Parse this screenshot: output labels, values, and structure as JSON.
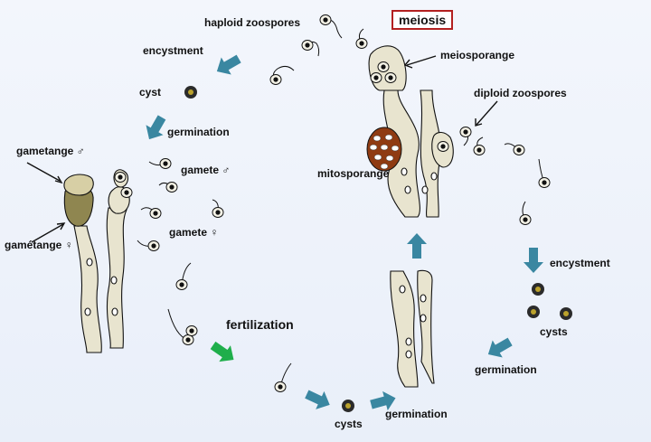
{
  "labels": {
    "haploid_zoospores": "haploid zoospores",
    "meiosis": "meiosis",
    "meiosporange": "meiosporange",
    "encystment_top": "encystment",
    "cyst": "cyst",
    "germination_top": "germination",
    "gametange_male": "gametange ♂",
    "gamete_male": "gamete ♂",
    "gametange_female": "gamétange ♀",
    "gamete_female": "gamete ♀",
    "diploid_zoospores": "diploid zoospores",
    "mitosporange": "mitosporange",
    "encystment_right": "encystment",
    "cysts_right": "cysts",
    "germination_right": "germination",
    "fertilization": "fertilization",
    "cysts_bottom": "cysts",
    "germination_bottom": "germination"
  },
  "colors": {
    "arrow_blue": "#3a87a1",
    "arrow_green": "#1fae4b",
    "hypha_fill": "#e8e4cf",
    "gametange_female": "#8f8650",
    "gametange_male": "#d7cfa5",
    "mitosporange": "#8f3b12",
    "meiosis_border": "#b32020"
  }
}
